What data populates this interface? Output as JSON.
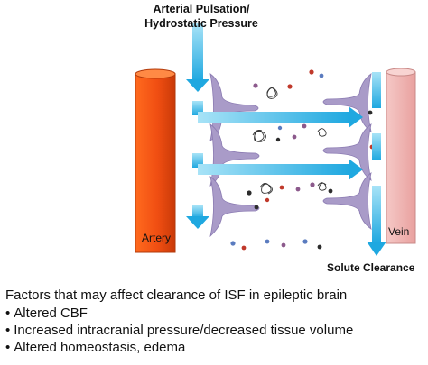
{
  "diagram": {
    "top_label": "Arterial Pulsation/ Hydrostatic Pressure",
    "artery_label": "Artery",
    "vein_label": "Vein",
    "solute_label": "Solute Clearance"
  },
  "factors": {
    "heading": "Factors that may affect clearance of ISF in epileptic brain",
    "items": [
      "Altered CBF",
      "Increased intracranial pressure/decreased tissue volume",
      "Altered homeostasis, edema"
    ]
  },
  "colors": {
    "artery": "#f2531a",
    "vein": "#f0b7b5",
    "astrocyte_endfeet": "#a99bc8",
    "flow_arrows": "#45b8e6"
  }
}
